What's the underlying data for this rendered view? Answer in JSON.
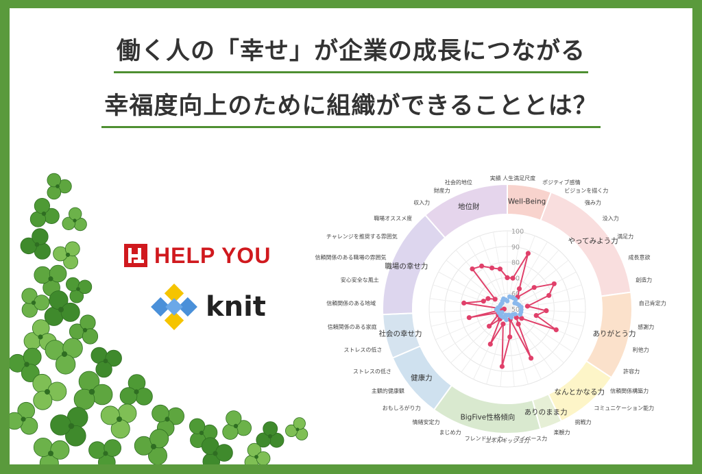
{
  "headlines": {
    "line1": "働く人の「幸せ」が企業の成長につながる",
    "line2": "幸福度向上のために組織ができることとは？"
  },
  "logos": {
    "helpyou": "HELP YOU",
    "knit": "knit",
    "helpyou_color": "#d0191e",
    "knit_colors": [
      "#f5c400",
      "#4a90d9"
    ]
  },
  "colors": {
    "border": "#5a9a3c",
    "underline": "#4e8f31",
    "series_pink": "#e0406a",
    "series_blue": "#8ab8ec"
  },
  "chart_data": {
    "type": "radar",
    "r_ticks": [
      "100",
      "90",
      "80",
      "70",
      "60",
      "50"
    ],
    "r_range": [
      50,
      100
    ],
    "grid": true,
    "legend": "none",
    "groups": [
      {
        "name": "Well-Being",
        "color": "#f8d3cd",
        "count": 2
      },
      {
        "name": "やってみよう力",
        "color": "#f9dede",
        "count": 6
      },
      {
        "name": "ありがとう力",
        "color": "#fbe1cb",
        "count": 4
      },
      {
        "name": "なんとかなる力",
        "color": "#fdf5c8",
        "count": 3
      },
      {
        "name": "ありのまま力",
        "color": "#e6efd6",
        "count": 1
      },
      {
        "name": "BigFive性格傾向",
        "color": "#d9e9cf",
        "count": 5
      },
      {
        "name": "健康力",
        "color": "#cfe1ef",
        "count": 3
      },
      {
        "name": "社会の幸せ力",
        "color": "#d5e3ef",
        "count": 2
      },
      {
        "name": "職場の幸せ力",
        "color": "#ddd6ee",
        "count": 5
      },
      {
        "name": "地位財",
        "color": "#e5d5ec",
        "count": 4
      }
    ],
    "categories": [
      "人生満足尺度",
      "ポジティブ感情",
      "ビジョンを描く力",
      "強み力",
      "没入力",
      "満足力",
      "成長意欲",
      "創造力",
      "自己肯定力",
      "感謝力",
      "利他力",
      "許容力",
      "信頼関係構築力",
      "コミュニケーション能力",
      "挑戦力",
      "楽観力",
      "マイペース力",
      "エネルギッシュ力",
      "フレンドリー力",
      "まじめ力",
      "情緒安定力",
      "おもしろがり力",
      "主観的健康観",
      "ストレスの低さ",
      "ストレスの低さ",
      "信頼関係のある家庭",
      "信頼関係のある地域",
      "安心安全な風土",
      "信頼関係のある職場の雰囲気",
      "チャレンジを推奨する雰囲気",
      "職場オススメ度",
      "収入力",
      "財産力",
      "社会的地位",
      "実績"
    ],
    "series": [
      {
        "name": "",
        "color": "#e0406a",
        "values": [
          70,
          70,
          88,
          65,
          60,
          72,
          84,
          78,
          63,
          75,
          69,
          84,
          61,
          58,
          62,
          85,
          57,
          68,
          87,
          60,
          75,
          58,
          66,
          57,
          56,
          75,
          52,
          78,
          66,
          64,
          60,
          84,
          82,
          78,
          76
        ]
      },
      {
        "name": "",
        "color": "#8ab8ec",
        "values": [
          55,
          58,
          58,
          58,
          58,
          56,
          57,
          58,
          59,
          59,
          59,
          59,
          56,
          55,
          55,
          56,
          54,
          54,
          57,
          54,
          56,
          56,
          56,
          54,
          56,
          56,
          57,
          56,
          55,
          55,
          55,
          55,
          56,
          57,
          56
        ]
      }
    ]
  }
}
